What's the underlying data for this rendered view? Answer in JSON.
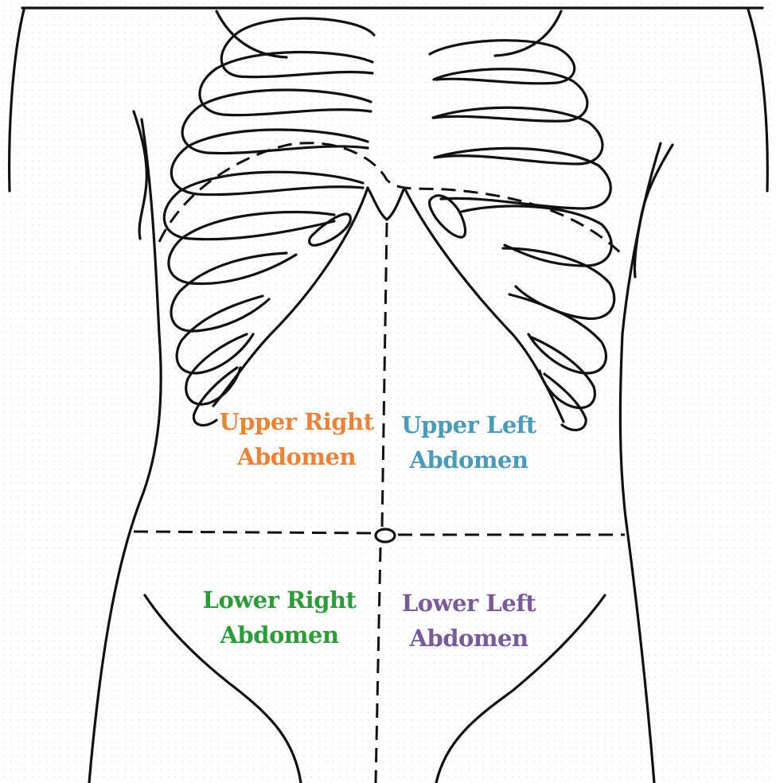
{
  "quadrants": {
    "upper_right": {
      "line1": "Upper Right",
      "line2": "Abdomen",
      "color": "#e8843a"
    },
    "upper_left": {
      "line1": "Upper Left",
      "line2": "Abdomen",
      "color": "#4a9ab8"
    },
    "lower_right": {
      "line1": "Lower Right",
      "line2": "Abdomen",
      "color": "#2e9a3a"
    },
    "lower_left": {
      "line1": "Lower Left",
      "line2": "Abdomen",
      "color": "#7a5a9a"
    }
  }
}
